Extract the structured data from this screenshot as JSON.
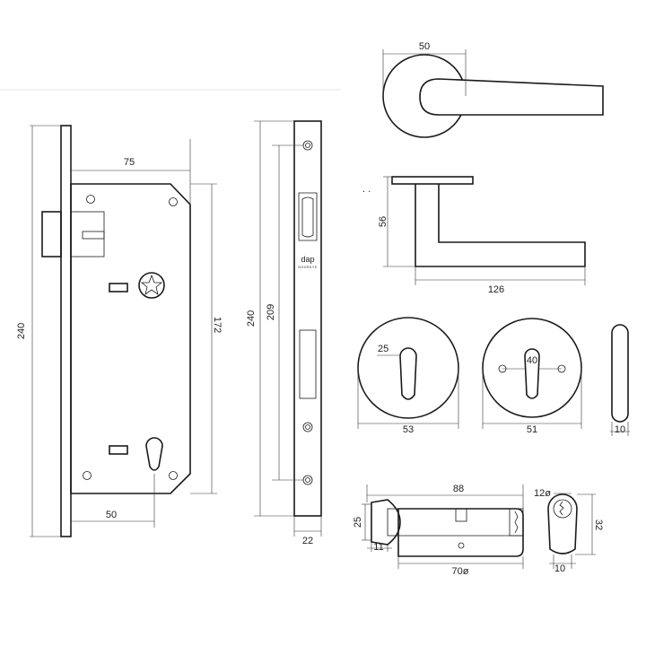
{
  "dimensions": {
    "lock_body_height": "240",
    "backset_width": "75",
    "lock_case_height": "172",
    "cylinder_offset": "50",
    "faceplate_height": "240",
    "faceplate_screw_span": "209",
    "faceplate_width": "22",
    "rose_diameter": "50",
    "handle_height": "56",
    "handle_length": "126",
    "escutcheon_keyhole": "25",
    "escutcheon_diameter": "53",
    "escutcheon2_keyhole": "40",
    "escutcheon2_diameter": "51",
    "pull_width": "10",
    "cylinder_length": "88",
    "cylinder_knob_height": "25",
    "cylinder_knob_width": "11",
    "cylinder_body_length": "70ø",
    "cylinder_profile_diameter": "12ø",
    "cylinder_profile_height": "32",
    "cylinder_profile_width": "10"
  },
  "brand": {
    "logo": "dap",
    "tagline": "DOORSYS"
  }
}
